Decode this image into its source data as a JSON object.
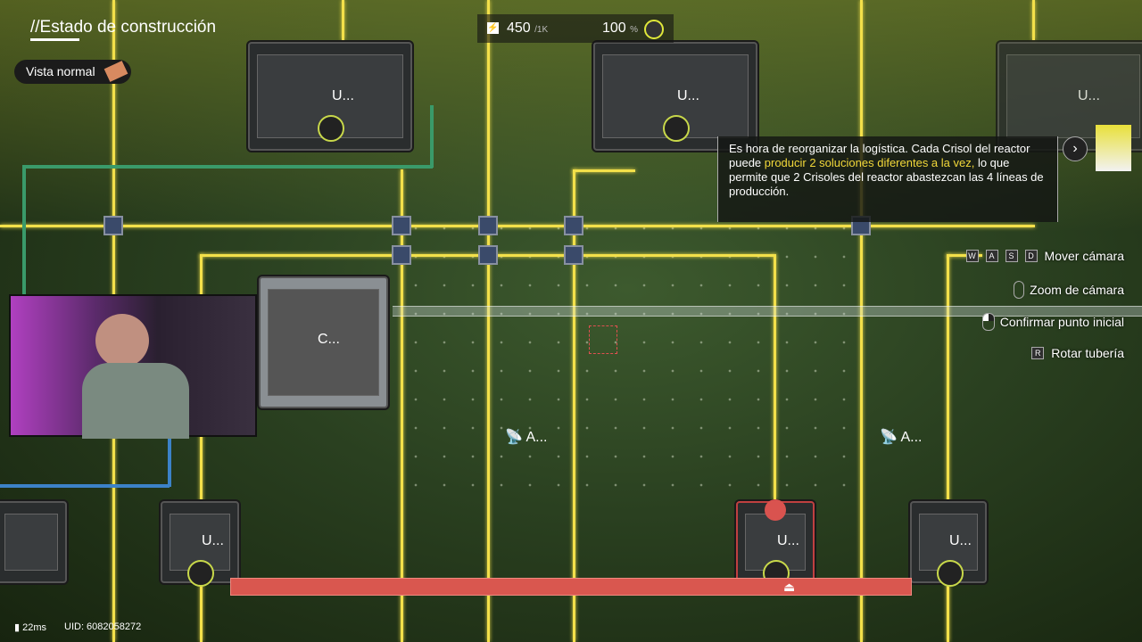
{
  "header": {
    "title": "//Estado de construcción",
    "view_button": "Vista normal"
  },
  "resources": {
    "power_value": "450",
    "power_max": "/1K",
    "percent_value": "100",
    "percent_unit": "%"
  },
  "dialog": {
    "text_before": "Es hora de reorganizar la logística. Cada Crisol del reactor puede ",
    "text_highlight": "producir 2 soluciones diferentes a la vez,",
    "text_after": " lo que permite que 2 Crisoles del reactor abastezcan las 4 líneas de producción."
  },
  "hints": [
    {
      "keys": [
        "W",
        "A",
        "S",
        "D"
      ],
      "label": "Mover cámara"
    },
    {
      "keys": [],
      "label": "Zoom de cámara"
    },
    {
      "keys": [],
      "label": "Confirmar punto inicial"
    },
    {
      "keys": [
        "R"
      ],
      "label": "Rotar tubería"
    }
  ],
  "buildings": {
    "unit_label": "U...",
    "crucible_label": "C...",
    "antenna_label": "A..."
  },
  "footer": {
    "ping": "22ms",
    "uid": "UID: 6082058272"
  },
  "colors": {
    "pipe": "#f3e04a",
    "highlight": "#f2d83a",
    "alert": "#d9534f"
  }
}
